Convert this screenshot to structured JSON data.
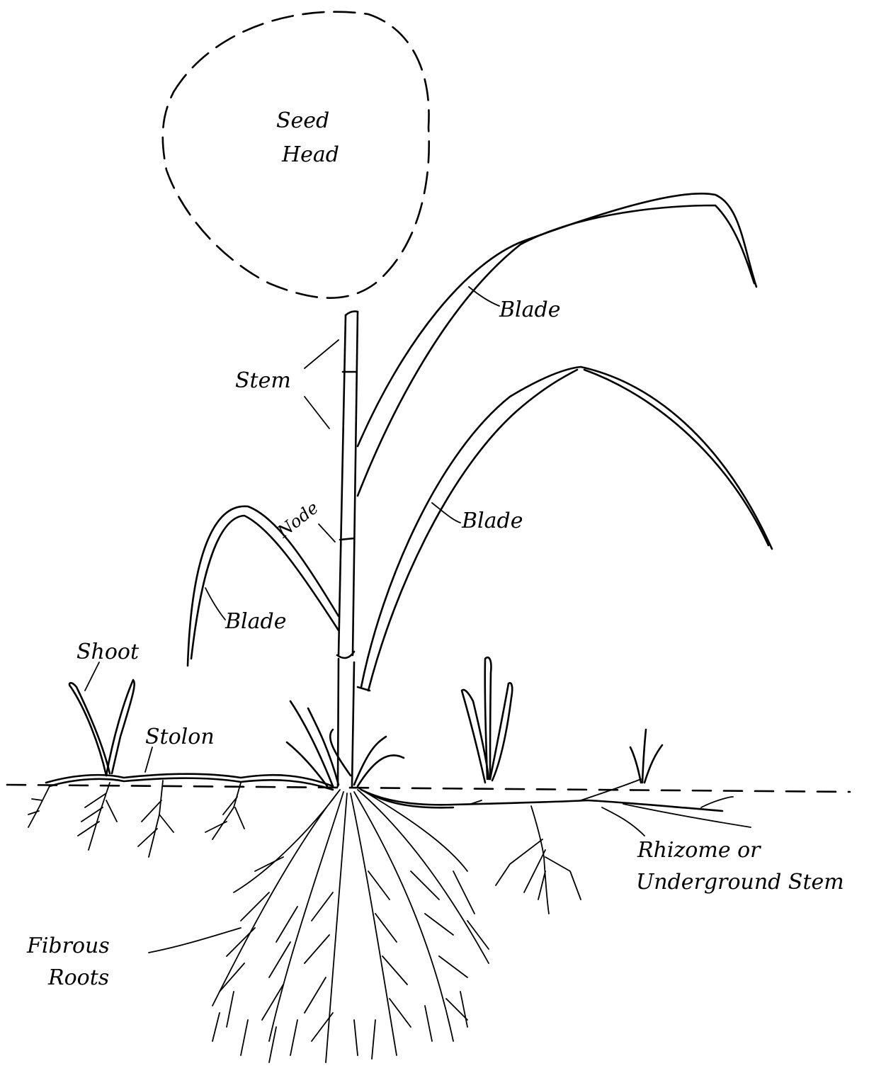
{
  "labels": {
    "seed_head_line1": "Seed",
    "seed_head_line2": "Head",
    "stem": "Stem",
    "node": "Node",
    "blade_upper": "Blade",
    "blade_middle": "Blade",
    "blade_lower": "Blade",
    "shoot": "Shoot",
    "stolon": "Stolon",
    "rhizome_line1": "Rhizome or",
    "rhizome_line2": "Underground Stem",
    "roots_line1": "Fibrous",
    "roots_line2": "Roots"
  },
  "colors": {
    "ink": "#000000",
    "paper": "#ffffff"
  }
}
